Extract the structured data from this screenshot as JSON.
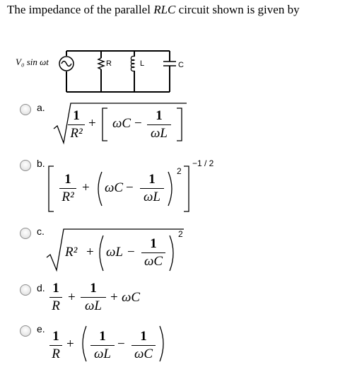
{
  "question": {
    "before": "The impedance of the parallel ",
    "emph": "RLC",
    "after": " circuit shown is given by"
  },
  "circuit": {
    "source_label": "V₀ sin ωt",
    "r_label": "R",
    "l_label": "L",
    "c_label": "C"
  },
  "options": [
    {
      "letter": "a.",
      "selected": false
    },
    {
      "letter": "b.",
      "selected": false
    },
    {
      "letter": "c.",
      "selected": false
    },
    {
      "letter": "d.",
      "selected": false
    },
    {
      "letter": "e.",
      "selected": false
    }
  ],
  "math": {
    "one": "1",
    "r2": "R²",
    "r": "R",
    "plus": "+",
    "minus": "−",
    "wc": "ωC",
    "wl": "ωL",
    "sq": "2",
    "neg_half": "−1 / 2"
  }
}
